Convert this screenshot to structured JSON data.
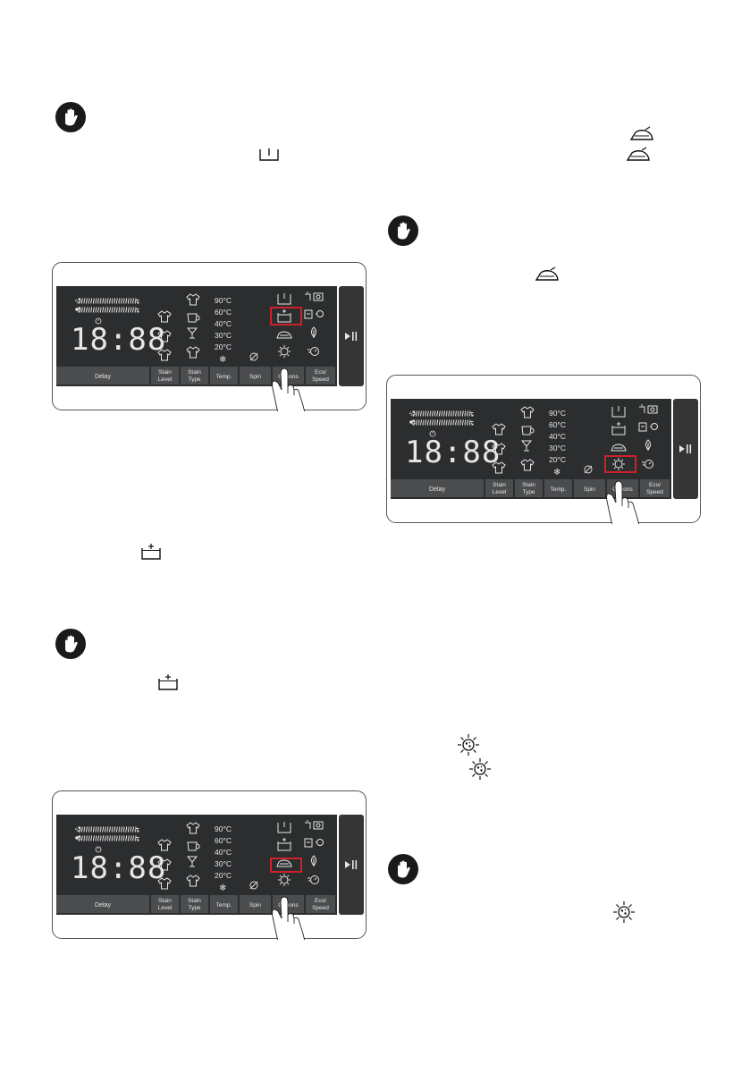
{
  "panel": {
    "temps": [
      "90°C",
      "60°C",
      "40°C",
      "30°C",
      "20°C"
    ],
    "digits": "18:88",
    "buttons": {
      "delay": "Delay",
      "stain_level": [
        "Stain",
        "Level"
      ],
      "stain_type": [
        "Stain",
        "Type"
      ],
      "temp": "Temp.",
      "spin": "Spin",
      "options": "Options",
      "eco_speed": [
        "Eco/",
        "Speed"
      ]
    }
  },
  "figures": [
    {
      "name": "figure-1",
      "highlight": "prewash"
    },
    {
      "name": "figure-2",
      "highlight": "easy-iron"
    },
    {
      "name": "figure-3",
      "highlight": "hygiene"
    }
  ],
  "colors": {
    "panel_bg": "#2b2d2f",
    "button_bar": "#4a4c4e",
    "highlight": "#e0202a",
    "display": "#e8e8e8"
  },
  "icons": {
    "note": "hand-stop-icon",
    "prewash": "prewash-tub-icon",
    "extra_rinse": "tub-plus-icon",
    "easy_iron": "iron-icon",
    "hygiene": "hygiene-germ-icon"
  }
}
